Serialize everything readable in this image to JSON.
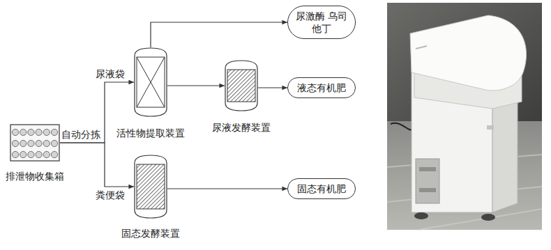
{
  "diagram": {
    "nodes": [
      {
        "text": [
          "排泄物收集箱"
        ]
      },
      {
        "text": [
          "活性物提取装置"
        ]
      },
      {
        "text": [
          "尿激酶 乌司他丁"
        ]
      },
      {
        "text": [
          "尿液发酵装置"
        ]
      },
      {
        "text": [
          "液态有机肥"
        ]
      },
      {
        "text": [
          "固态发酵装置"
        ]
      },
      {
        "text": [
          "固态有机肥"
        ]
      }
    ],
    "edges": [
      {
        "from": 0,
        "to": 1,
        "label": "尿液袋",
        "arrow": "to"
      },
      {
        "from": 0,
        "to": 5,
        "label": "粪便袋",
        "arrow": "to"
      },
      {
        "from": 1,
        "to": 2,
        "arrow": "to"
      },
      {
        "from": 1,
        "to": 3,
        "arrow": "to"
      },
      {
        "from": 3,
        "to": 4,
        "arrow": "to"
      },
      {
        "from": 5,
        "to": 6,
        "arrow": "to"
      }
    ],
    "labels": [
      "自动分拣"
    ]
  }
}
